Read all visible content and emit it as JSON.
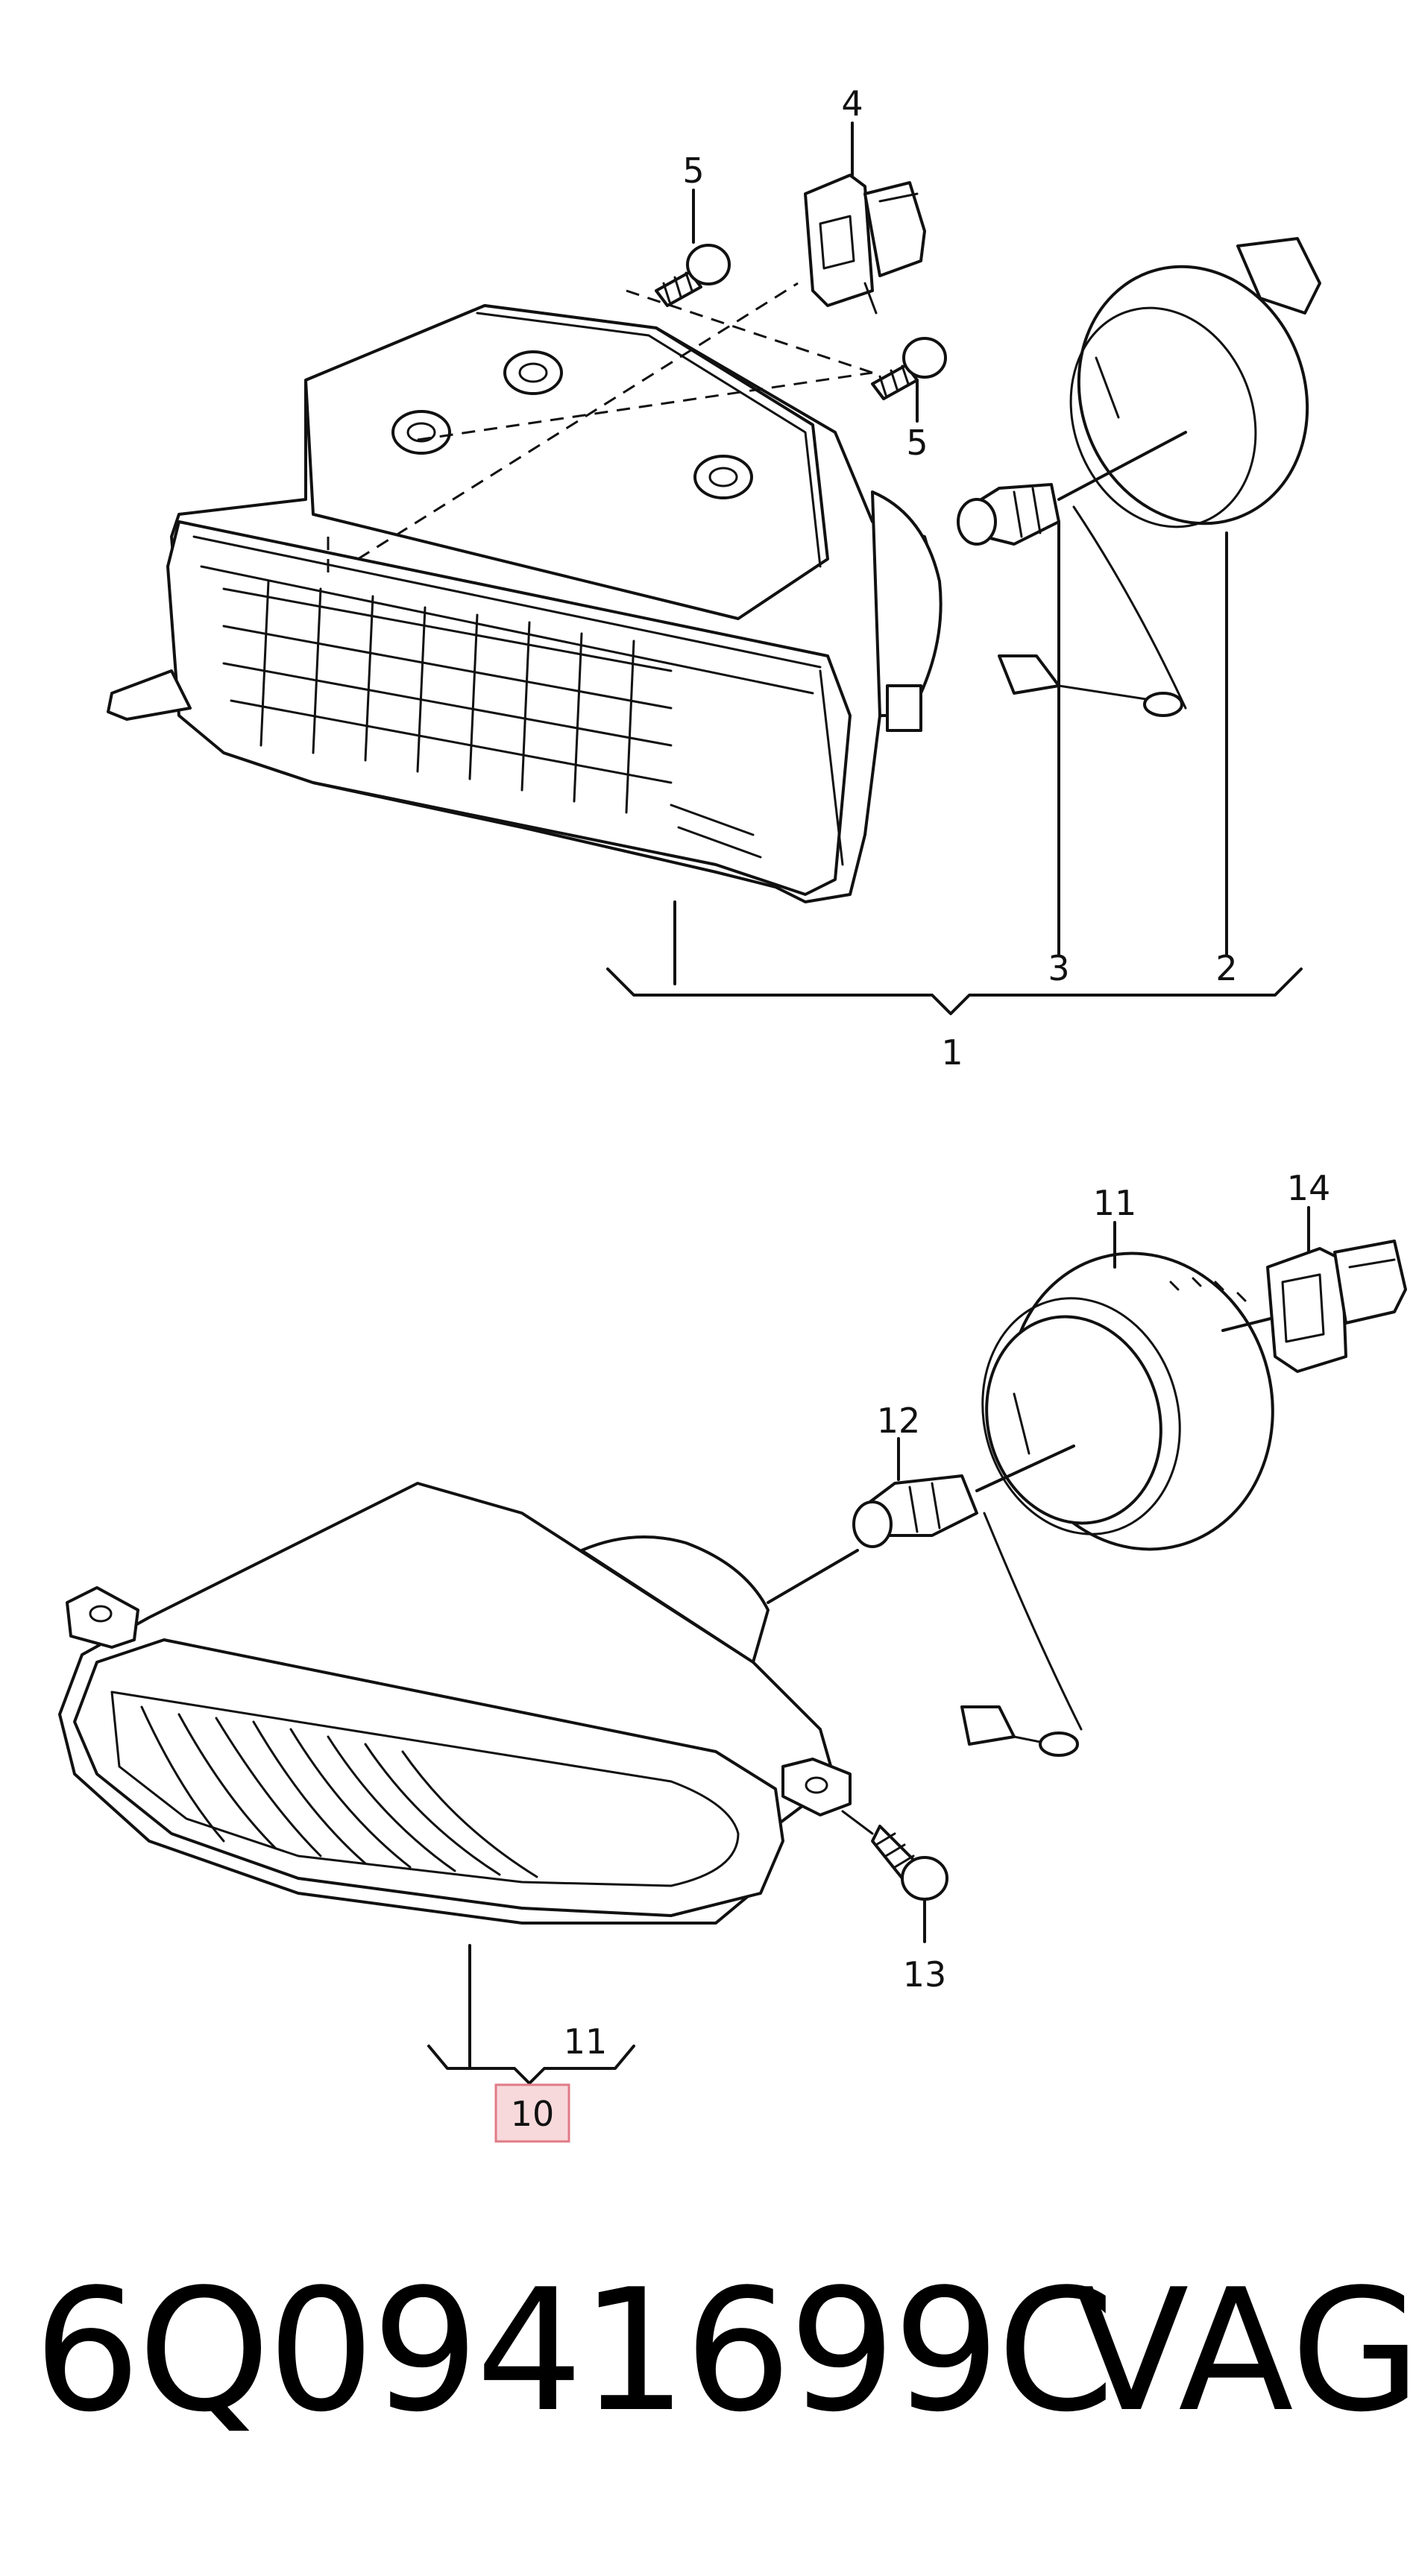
{
  "callouts": {
    "c1": "1",
    "c2": "2",
    "c3": "3",
    "c4": "4",
    "c5a": "5",
    "c5b": "5",
    "c10": "10",
    "c11a": "11",
    "c11b": "11",
    "c12": "12",
    "c13": "13",
    "c14": "14"
  },
  "highlighted_callout": "10",
  "colors": {
    "line": "#111111",
    "highlight_fill": "#f7d9dc",
    "highlight_border": "#e07b86"
  },
  "footer": {
    "part_number": "6Q0941699C",
    "brand": "VAG"
  }
}
